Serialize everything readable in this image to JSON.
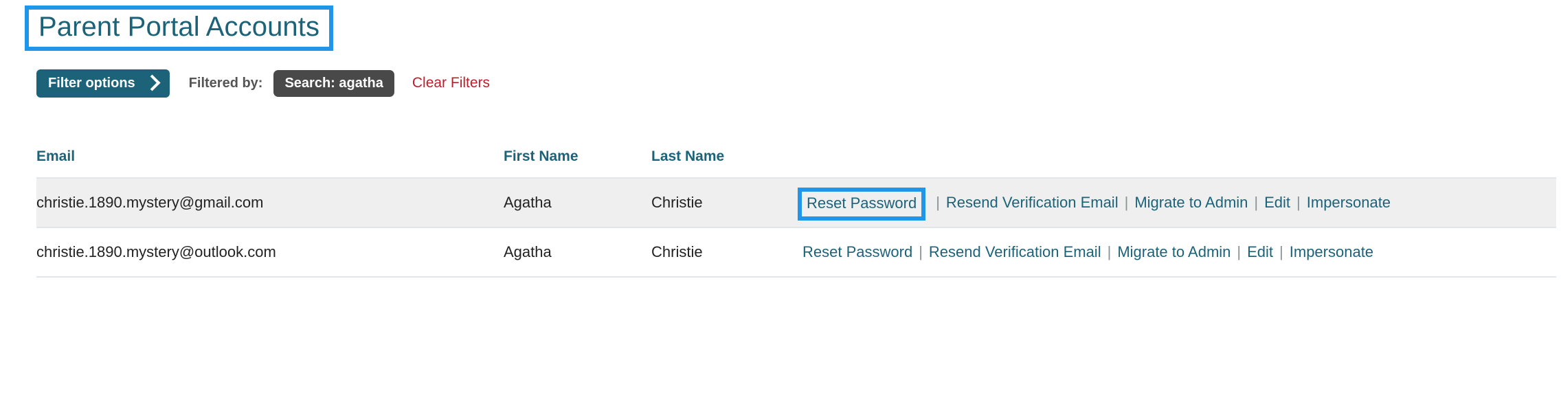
{
  "page": {
    "title": "Parent Portal Accounts"
  },
  "filter_bar": {
    "filter_options_label": "Filter options",
    "filtered_by_label": "Filtered by:",
    "active_filter_chip": "Search: agatha",
    "clear_filters_label": "Clear Filters"
  },
  "table": {
    "columns": [
      "Email",
      "First Name",
      "Last Name",
      ""
    ],
    "rows": [
      {
        "email": "christie.1890.mystery@gmail.com",
        "first_name": "Agatha",
        "last_name": "Christie",
        "actions": [
          "Reset Password",
          "Resend Verification Email",
          "Migrate to Admin",
          "Edit",
          "Impersonate"
        ],
        "highlighted_action": "Reset Password",
        "separator": "|"
      },
      {
        "email": "christie.1890.mystery@outlook.com",
        "first_name": "Agatha",
        "last_name": "Christie",
        "actions": [
          "Reset Password",
          "Resend Verification Email",
          "Migrate to Admin",
          "Edit",
          "Impersonate"
        ],
        "highlighted_action": null,
        "separator": "|"
      }
    ]
  },
  "colors": {
    "accent_teal": "#1c6379",
    "highlight_blue": "#2196e8",
    "danger_red": "#bb1f2b",
    "chip_gray": "#494949",
    "row_stripe": "#efefef"
  }
}
